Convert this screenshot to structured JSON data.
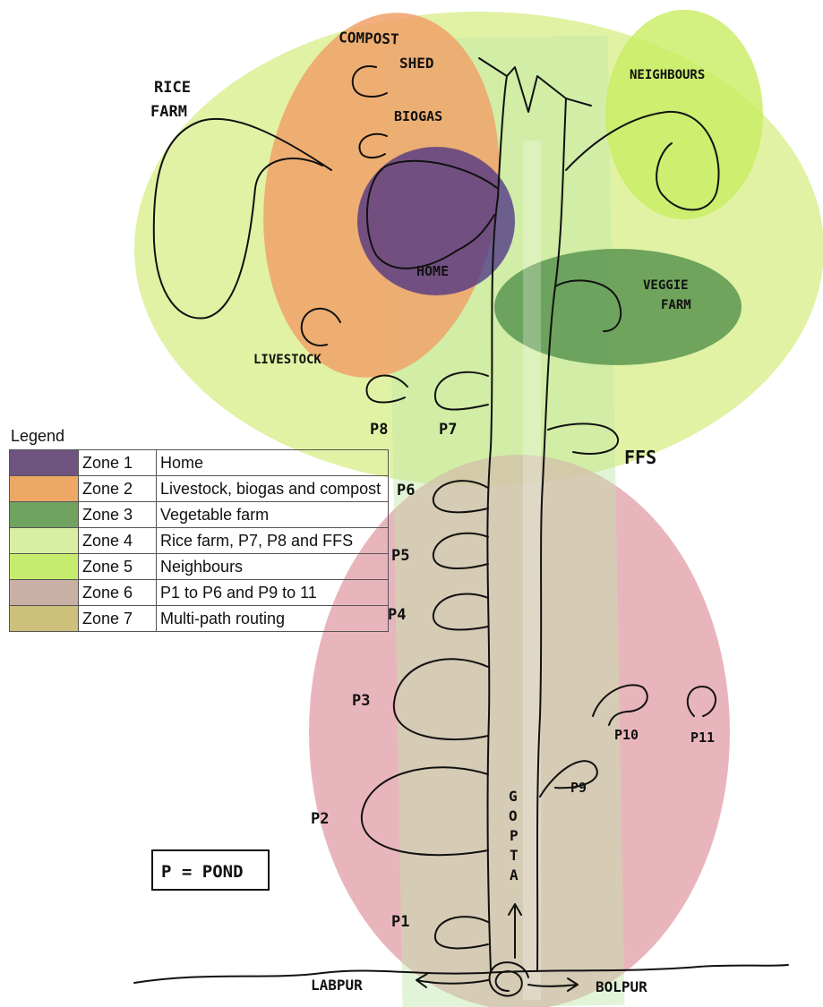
{
  "map": {
    "labels": {
      "compost": "COMPOST",
      "shed": "SHED",
      "rice": "RICE",
      "farm": "FARM",
      "biogas": "BIOGAS",
      "neighbours": "NEIGHBOURS",
      "home": "HOME",
      "veggie": "VEGGIE",
      "veggie_farm": "FARM",
      "livestock": "LIVESTOCK",
      "ffs": "FFS",
      "gopta": "GOPTA",
      "labpur": "LABPUR",
      "bolpur": "BOLPUR",
      "pond_key": "P = POND"
    },
    "ponds": [
      "P1",
      "P2",
      "P3",
      "P4",
      "P5",
      "P6",
      "P7",
      "P8",
      "P9",
      "P10",
      "P11"
    ]
  },
  "legend": {
    "title": "Legend",
    "rows": [
      {
        "zone": "Zone 1",
        "description": "Home",
        "color": "#6f5480"
      },
      {
        "zone": "Zone 2",
        "description": "Livestock, biogas and compost",
        "color": "#eda865"
      },
      {
        "zone": "Zone 3",
        "description": "Vegetable farm",
        "color": "#6fa35f"
      },
      {
        "zone": "Zone 4",
        "description": "Rice farm, P7, P8 and FFS",
        "color": "#d8eea2"
      },
      {
        "zone": "Zone 5",
        "description": "Neighbours",
        "color": "#c6ec6e"
      },
      {
        "zone": "Zone 6",
        "description": "P1 to P6 and P9 to 11",
        "color": "#c8b1a4"
      },
      {
        "zone": "Zone 7",
        "description": "Multi-path routing",
        "color": "#ccc07a"
      }
    ]
  }
}
